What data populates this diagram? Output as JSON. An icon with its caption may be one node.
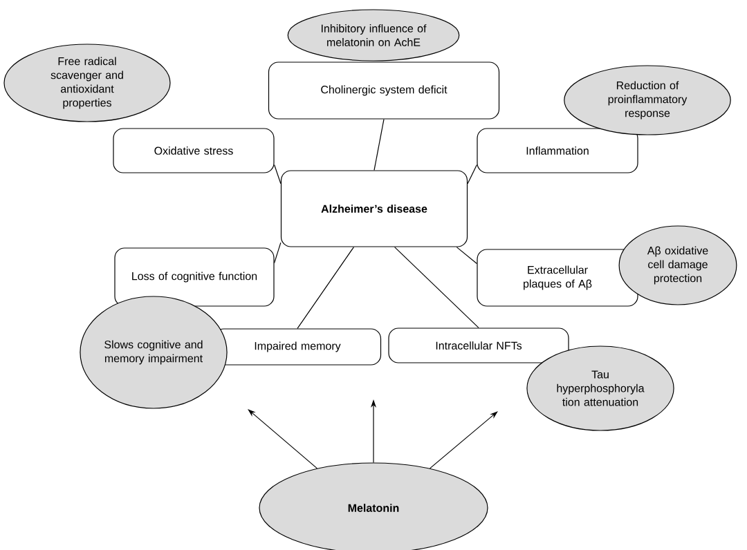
{
  "diagram": {
    "nodes": [
      {
        "text": [
          "Inhibitory influence of melatonin on AchE"
        ]
      },
      {
        "text": [
          "Free radical scavenger and antioxidant properties"
        ]
      },
      {
        "text": [
          "Cholinergic system deficit"
        ]
      },
      {
        "text": [
          "Reduction of proinflammatory response"
        ]
      },
      {
        "text": [
          "Oxidative stress"
        ]
      },
      {
        "text": [
          "Inflammation"
        ]
      },
      {
        "text": [
          "Alzheimer’s disease"
        ]
      },
      {
        "text": [
          "Loss of cognitive function"
        ]
      },
      {
        "text": [
          "Extracellular plaques of Aβ"
        ]
      },
      {
        "text": [
          "Aβ oxidative cell damage protection"
        ]
      },
      {
        "text": [
          "Slows cognitive and memory impairment"
        ]
      },
      {
        "text": [
          "Impaired memory"
        ]
      },
      {
        "text": [
          "Intracellular NFTs"
        ]
      },
      {
        "text": [
          "Tau hyperphosphoryla tion attenuation"
        ]
      },
      {
        "text": [
          "Melatonin"
        ]
      }
    ],
    "edges": [
      {
        "from": 2,
        "to": 6,
        "arrow": "none"
      },
      {
        "from": 4,
        "to": 6,
        "arrow": "none"
      },
      {
        "from": 5,
        "to": 6,
        "arrow": "none"
      },
      {
        "from": 7,
        "to": 6,
        "arrow": "none"
      },
      {
        "from": 8,
        "to": 6,
        "arrow": "none"
      },
      {
        "from": 11,
        "to": 6,
        "arrow": "none"
      },
      {
        "from": 12,
        "to": 6,
        "arrow": "none"
      },
      {
        "from": 14,
        "to": null,
        "arrow": "to"
      },
      {
        "from": 14,
        "to": null,
        "arrow": "to"
      },
      {
        "from": 14,
        "to": null,
        "arrow": "to"
      }
    ]
  }
}
